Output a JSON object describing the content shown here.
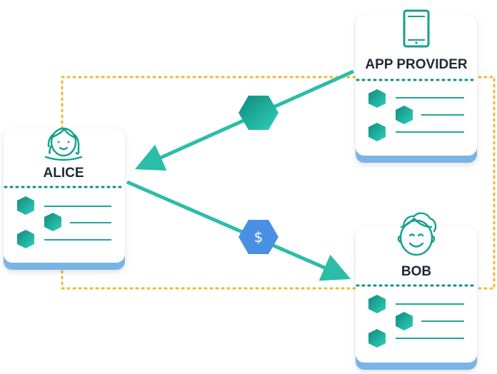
{
  "nodes": {
    "alice": {
      "label": "ALICE",
      "icon": "woman-face-icon"
    },
    "app_provider": {
      "label": "APP PROVIDER",
      "icon": "tablet-icon"
    },
    "bob": {
      "label": "BOB",
      "icon": "man-face-icon"
    }
  },
  "edges": {
    "provider_to_alice": {
      "token_icon": "token-hexagon-icon"
    },
    "alice_to_bob": {
      "token_label": "$",
      "token_icon": "dollar-hexagon-icon"
    }
  },
  "colors": {
    "teal": "#1fb8a2",
    "teal_dark": "#0e8f80",
    "card_base": "#7ab3e6",
    "dotted_outline": "#f3b634",
    "dollar_hex": "#4a90e2"
  }
}
